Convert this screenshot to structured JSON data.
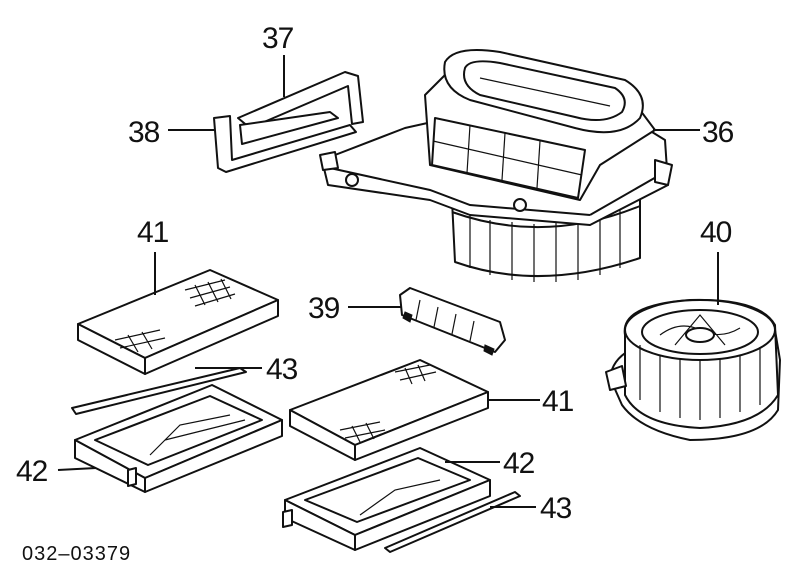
{
  "diagram": {
    "callouts": {
      "c37": "37",
      "c38": "38",
      "c36": "36",
      "c41a": "41",
      "c40": "40",
      "c39": "39",
      "c43a": "43",
      "c41b": "41",
      "c42a": "42",
      "c42b": "42",
      "c43b": "43"
    },
    "diagram_code": "032–03379"
  }
}
